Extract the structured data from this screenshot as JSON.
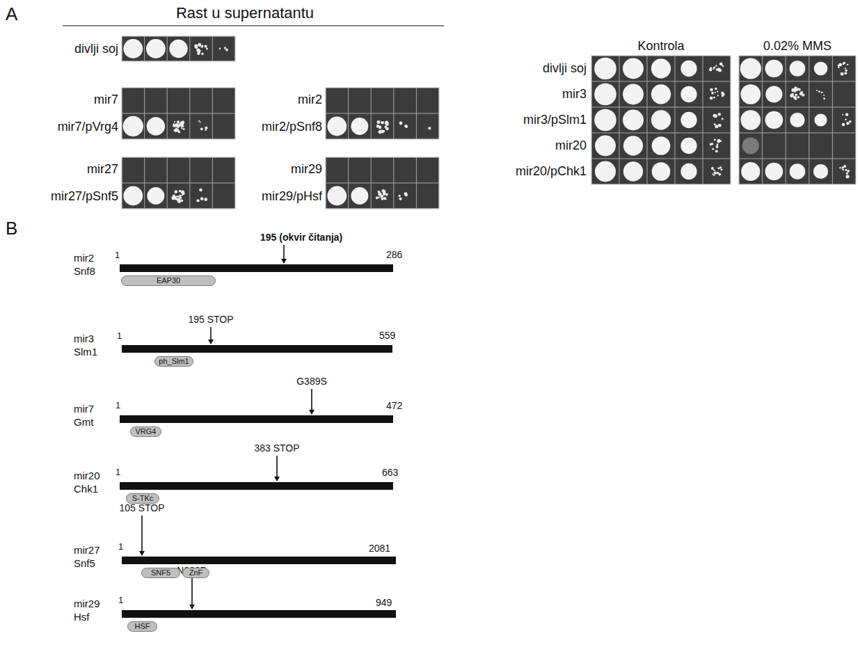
{
  "diagram": {
    "nodes": [
      {
        "text": [
          "EAP30"
        ]
      },
      {
        "text": [
          "ph_Slm1"
        ]
      },
      {
        "text": [
          "VRG4"
        ]
      },
      {
        "text": [
          "S-TKc"
        ]
      },
      {
        "text": [
          "SNF5"
        ]
      },
      {
        "text": [
          "ZnF"
        ]
      },
      {
        "text": [
          "HSF"
        ]
      }
    ],
    "labels": [
      "A",
      "Rast u supernatantu",
      "divlji soj",
      "mir7",
      "mir7/pVrg4",
      "mir2",
      "mir2/pSnf8",
      "mir27",
      "mir27/pSnf5",
      "mir29",
      "mir29/pHsf",
      "Kontrola",
      "0.02% MMS",
      "divlji soj",
      "mir3",
      "mir3/pSlm1",
      "mir20",
      "mir20/pChk1",
      "B",
      "mir2",
      "Snf8",
      "1",
      "195 (okvir čitanja)",
      "286",
      "mir3",
      "Slm1",
      "1",
      "195 STOP",
      "559",
      "mir7",
      "Gmt",
      "1",
      "G389S",
      "472",
      "mir20",
      "Chk1",
      "1",
      "383 STOP",
      "663",
      "mir27",
      "Snf5",
      "1",
      "105 STOP",
      "2081",
      "mir29",
      "Hsf",
      "1",
      "N262D",
      "949"
    ]
  }
}
